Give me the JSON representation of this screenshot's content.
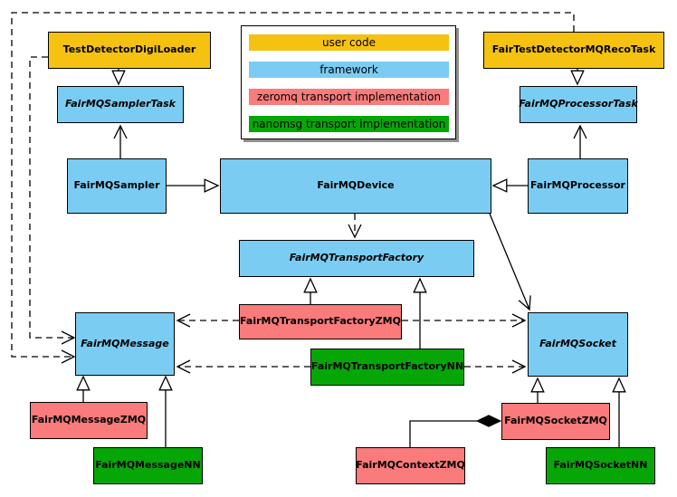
{
  "legend": {
    "items": [
      {
        "label": "user code",
        "color": "#f5c211"
      },
      {
        "label": "framework",
        "color": "#7bccf2"
      },
      {
        "label": "zeromq transport implementation",
        "color": "#f97b7b"
      },
      {
        "label": "nanomsg transport implementation",
        "color": "#07a607"
      }
    ]
  },
  "nodes": {
    "testDetectorDigiLoader": {
      "label": "TestDetectorDigiLoader",
      "category": "user code",
      "abstract": false
    },
    "fairTestDetectorMQRecoTask": {
      "label": "FairTestDetectorMQRecoTask",
      "category": "user code",
      "abstract": false
    },
    "samplerTask": {
      "label": "FairMQSamplerTask",
      "category": "framework",
      "abstract": true
    },
    "processorTask": {
      "label": "FairMQProcessorTask",
      "category": "framework",
      "abstract": true
    },
    "sampler": {
      "label": "FairMQSampler",
      "category": "framework",
      "abstract": false
    },
    "device": {
      "label": "FairMQDevice",
      "category": "framework",
      "abstract": false
    },
    "processor": {
      "label": "FairMQProcessor",
      "category": "framework",
      "abstract": false
    },
    "transportFactory": {
      "label": "FairMQTransportFactory",
      "category": "framework",
      "abstract": true
    },
    "transportFactoryZMQ": {
      "label": "FairMQTransportFactoryZMQ",
      "category": "zeromq",
      "abstract": false
    },
    "transportFactoryNN": {
      "label": "FairMQTransportFactoryNN",
      "category": "nanomsg",
      "abstract": false
    },
    "message": {
      "label": "FairMQMessage",
      "category": "framework",
      "abstract": true
    },
    "socket": {
      "label": "FairMQSocket",
      "category": "framework",
      "abstract": true
    },
    "messageZMQ": {
      "label": "FairMQMessageZMQ",
      "category": "zeromq",
      "abstract": false
    },
    "messageNN": {
      "label": "FairMQMessageNN",
      "category": "nanomsg",
      "abstract": false
    },
    "socketZMQ": {
      "label": "FairMQSocketZMQ",
      "category": "zeromq",
      "abstract": false
    },
    "socketNN": {
      "label": "FairMQSocketNN",
      "category": "nanomsg",
      "abstract": false
    },
    "contextZMQ": {
      "label": "FairMQContextZMQ",
      "category": "zeromq",
      "abstract": false
    }
  },
  "edges": [
    {
      "from": "TestDetectorDigiLoader",
      "to": "FairMQSamplerTask",
      "type": "inheritance",
      "style": "solid-hollow-triangle"
    },
    {
      "from": "FairTestDetectorMQRecoTask",
      "to": "FairMQProcessorTask",
      "type": "inheritance",
      "style": "solid-hollow-triangle"
    },
    {
      "from": "FairMQSampler",
      "to": "FairMQSamplerTask",
      "type": "association",
      "style": "solid-open-arrow"
    },
    {
      "from": "FairMQProcessor",
      "to": "FairMQProcessorTask",
      "type": "association",
      "style": "solid-open-arrow"
    },
    {
      "from": "FairMQSampler",
      "to": "FairMQDevice",
      "type": "inheritance",
      "style": "solid-hollow-triangle"
    },
    {
      "from": "FairMQProcessor",
      "to": "FairMQDevice",
      "type": "inheritance",
      "style": "solid-hollow-triangle"
    },
    {
      "from": "FairMQDevice",
      "to": "FairMQTransportFactory",
      "type": "dependency",
      "style": "dashed-open-arrow"
    },
    {
      "from": "FairMQDevice",
      "to": "FairMQSocket",
      "type": "association",
      "style": "solid-open-arrow"
    },
    {
      "from": "FairMQTransportFactoryZMQ",
      "to": "FairMQTransportFactory",
      "type": "inheritance",
      "style": "solid-hollow-triangle"
    },
    {
      "from": "FairMQTransportFactoryNN",
      "to": "FairMQTransportFactory",
      "type": "inheritance",
      "style": "solid-hollow-triangle"
    },
    {
      "from": "FairMQTransportFactoryZMQ",
      "to": "FairMQMessage",
      "type": "dependency",
      "style": "dashed-open-arrow"
    },
    {
      "from": "FairMQTransportFactoryZMQ",
      "to": "FairMQSocket",
      "type": "dependency",
      "style": "dashed-open-arrow"
    },
    {
      "from": "FairMQTransportFactoryNN",
      "to": "FairMQMessage",
      "type": "dependency",
      "style": "dashed-open-arrow"
    },
    {
      "from": "FairMQTransportFactoryNN",
      "to": "FairMQSocket",
      "type": "dependency",
      "style": "dashed-open-arrow"
    },
    {
      "from": "TestDetectorDigiLoader",
      "to": "FairMQMessage",
      "type": "dependency",
      "style": "dashed-open-arrow"
    },
    {
      "from": "FairTestDetectorMQRecoTask",
      "to": "FairMQMessage",
      "type": "dependency",
      "style": "dashed-open-arrow"
    },
    {
      "from": "FairMQMessageZMQ",
      "to": "FairMQMessage",
      "type": "inheritance",
      "style": "solid-hollow-triangle"
    },
    {
      "from": "FairMQMessageNN",
      "to": "FairMQMessage",
      "type": "inheritance",
      "style": "solid-hollow-triangle"
    },
    {
      "from": "FairMQSocketZMQ",
      "to": "FairMQSocket",
      "type": "inheritance",
      "style": "solid-hollow-triangle"
    },
    {
      "from": "FairMQSocketNN",
      "to": "FairMQSocket",
      "type": "inheritance",
      "style": "solid-hollow-triangle"
    },
    {
      "from": "FairMQContextZMQ",
      "to": "FairMQSocketZMQ",
      "type": "composition",
      "style": "solid-filled-diamond"
    }
  ]
}
